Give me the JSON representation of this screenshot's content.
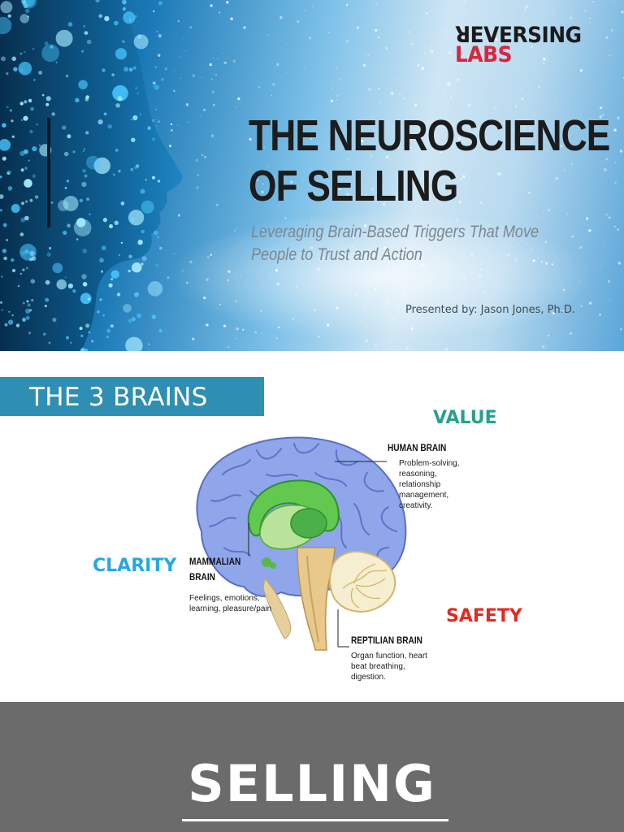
{
  "slide1": {
    "logo_line1": "ꓤEVERSING",
    "logo_line2": "LABS",
    "title_line1": "THE NEUROSCIENCE",
    "title_line2": "OF SELLING",
    "subtitle_line1": "Leveraging Brain-Based Triggers That Move",
    "subtitle_line2": "People to Trust and Action",
    "presenter": "Presented by: Jason Jones, Ph.D.",
    "colors": {
      "logo_dark": "#1b1b1b",
      "logo_red": "#d7263d",
      "title": "#1c1c1c"
    }
  },
  "slide2": {
    "banner": "THE 3 BRAINS",
    "value": "VALUE",
    "clarity": "CLARITY",
    "safety": "SAFETY",
    "human_brain": {
      "title": "HUMAN BRAIN",
      "description": "Problem-solving, reasoning, relationship management, creativity."
    },
    "mammalian_brain": {
      "title": "MAMMALIAN BRAIN",
      "description": "Feelings, emotions, learning, pleasure/pain"
    },
    "reptilian_brain": {
      "title": "REPTILIAN BRAIN",
      "description": "Organ function, heart beat breathing, digestion."
    },
    "colors": {
      "banner": "#2f8fb3",
      "value": "#27a08f",
      "clarity": "#27a7e0",
      "safety": "#e32a22"
    }
  },
  "slide3": {
    "heading": "SELLING",
    "colors": {
      "background": "#6b6b6b"
    }
  }
}
